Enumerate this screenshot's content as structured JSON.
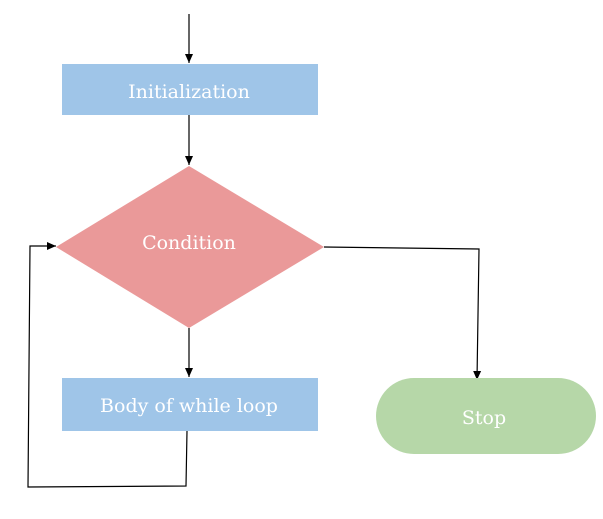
{
  "nodes": {
    "init": {
      "label": "Initialization",
      "shape": "rectangle",
      "color": "#9fc5e8"
    },
    "condition": {
      "label": "Condition",
      "shape": "diamond",
      "color": "#ea9999"
    },
    "body": {
      "label": "Body of while loop",
      "shape": "rectangle",
      "color": "#9fc5e8"
    },
    "stop": {
      "label": "Stop",
      "shape": "rounded-rectangle",
      "color": "#b6d7a8"
    }
  },
  "edges": [
    {
      "from": "start",
      "to": "init"
    },
    {
      "from": "init",
      "to": "condition"
    },
    {
      "from": "condition",
      "to": "body"
    },
    {
      "from": "condition",
      "to": "stop"
    },
    {
      "from": "body",
      "to": "condition"
    }
  ]
}
